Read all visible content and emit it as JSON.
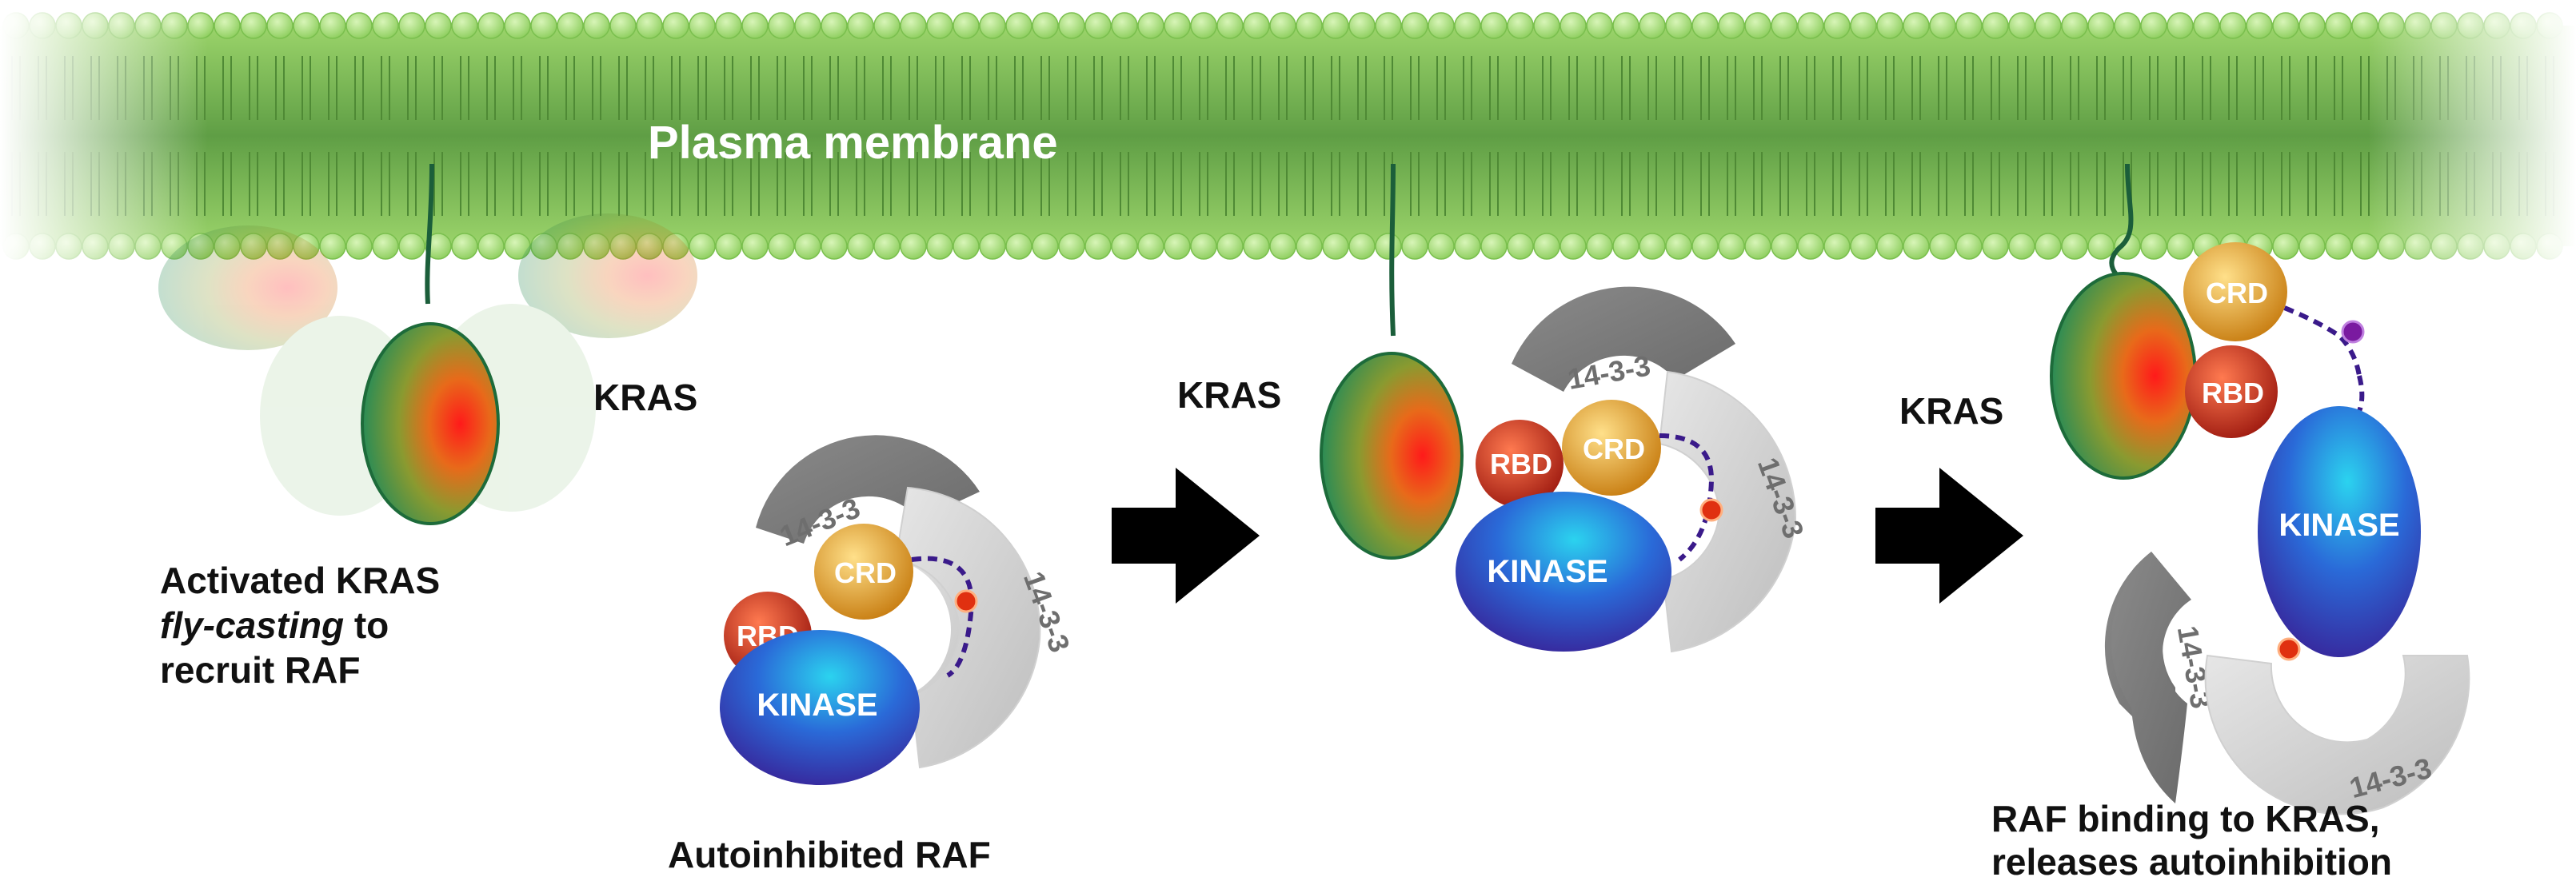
{
  "membrane": {
    "label": "Plasma membrane"
  },
  "stage1": {
    "kras_label": "KRAS",
    "caption_line1": "Activated KRAS",
    "caption_line2": "fly-casting",
    "caption_line2_tail": " to",
    "caption_line3": "recruit RAF"
  },
  "stage2": {
    "caption": "Autoinhibited RAF",
    "domains": {
      "p1433_a": "14-3-3",
      "p1433_b": "14-3-3",
      "crd": "CRD",
      "rbd": "RBD",
      "kinase": "KINASE"
    }
  },
  "stage3": {
    "kras_label": "KRAS",
    "domains": {
      "p1433_a": "14-3-3",
      "p1433_b": "14-3-3",
      "crd": "CRD",
      "rbd": "RBD",
      "kinase": "KINASE"
    }
  },
  "stage4": {
    "kras_label": "KRAS",
    "domains": {
      "crd": "CRD",
      "rbd": "RBD",
      "kinase": "KINASE",
      "p1433_a": "14-3-3",
      "p1433_b": "14-3-3"
    },
    "caption_line1": "RAF binding to KRAS,",
    "caption_line2": "releases autoinhibition"
  },
  "colors": {
    "membrane_head": "#a6dd7a",
    "membrane_core": "#6aa84f",
    "kras_outline": "#1d6b3a",
    "crd": "#e0a020",
    "rbd": "#c62a1a",
    "kinase": "#3a4fd0",
    "p1433": "#9a9a9a",
    "linker": "#3a1a8a",
    "arrow": "#000000"
  }
}
